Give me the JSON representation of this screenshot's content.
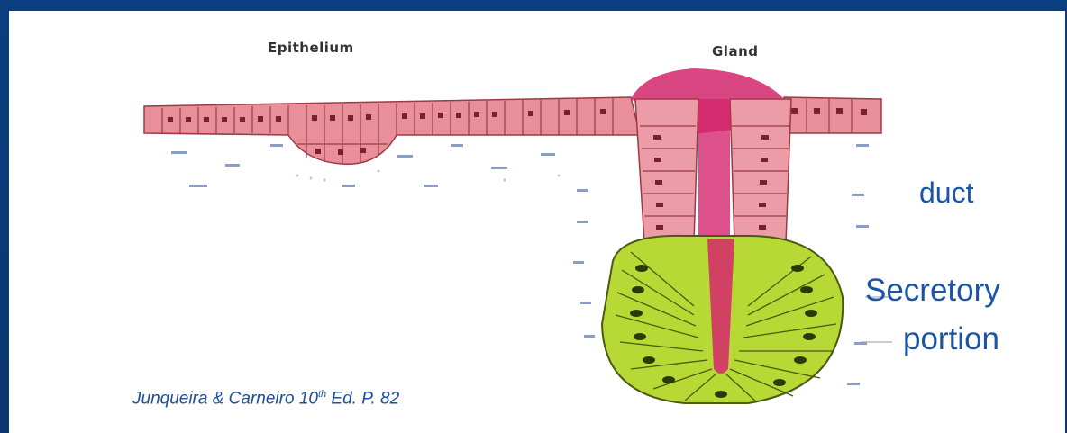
{
  "labels": {
    "epithelium": "Epithelium",
    "gland": "Gland",
    "duct": "duct",
    "secretory_line1": "Secretory",
    "secretory_line2": "portion"
  },
  "citation": {
    "text_before": "Junqueira & Carneiro 10",
    "superscript": "th",
    "text_after": " Ed. P. 82"
  },
  "colors": {
    "frame": "#0b3e80",
    "label_blue": "#1a55a8",
    "epithelium_pink": "#e98f9a",
    "lumen_magenta": "#c8205e",
    "secretory_green": "#b8d935"
  }
}
